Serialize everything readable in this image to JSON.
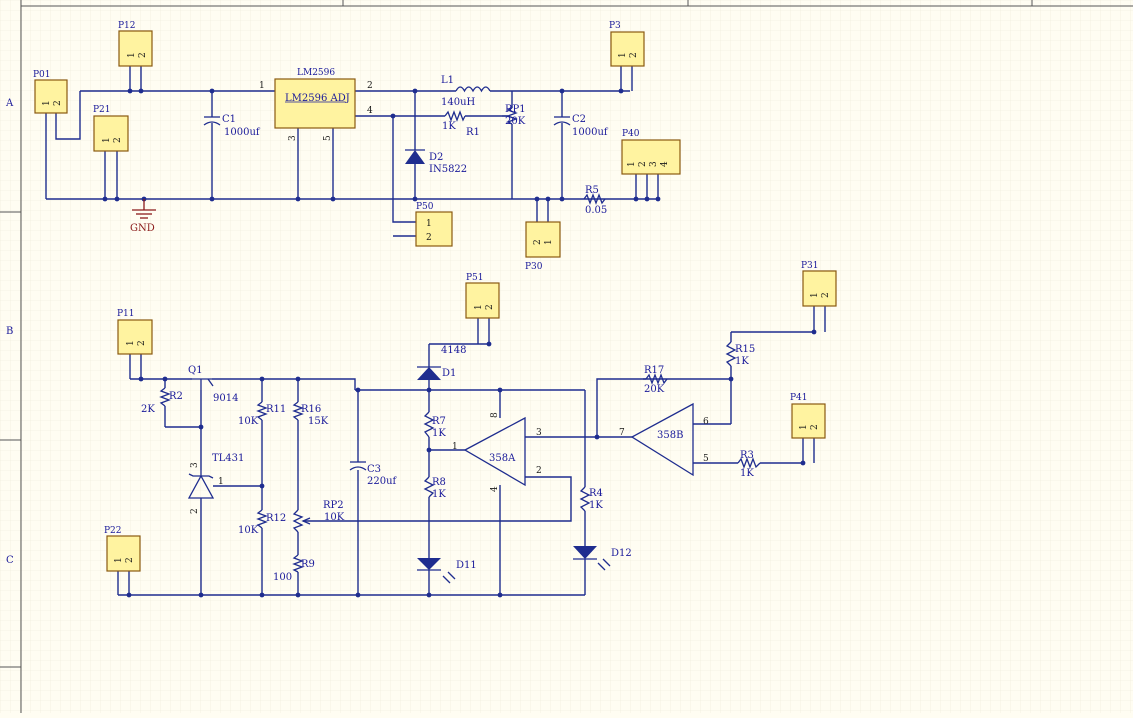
{
  "row_labels": [
    "A",
    "B",
    "C"
  ],
  "components": {
    "P01": "P01",
    "P12": "P12",
    "P21": "P21",
    "P3": "P3",
    "P40": "P40",
    "P50": "P50",
    "P30": "P30",
    "P51": "P51",
    "P31": "P31",
    "P11": "P11",
    "P41": "P41",
    "P22": "P22",
    "U1_ref": "LM2596",
    "U1_val": "LM2596  ADJ",
    "C1": "C1",
    "C1_val": "1000uf",
    "C2": "C2",
    "C2_val": "1000uf",
    "C3": "C3",
    "C3_val": "220uf",
    "L1": "L1",
    "L1_val": "140uH",
    "R1": "R1",
    "R1_val": "1K",
    "RP1": "RP1",
    "RP1_val": "20K",
    "D2": "D2",
    "D2_val": "IN5822",
    "R5": "R5",
    "R5_val": "0.05",
    "GND": "GND",
    "D1": "D1",
    "D1_val": "4148",
    "Q1": "Q1",
    "Q1_val": "9014",
    "R2": "R2",
    "R2_val": "2K",
    "R11": "R11",
    "R11_val": "10K",
    "R16": "R16",
    "R16_val": "15K",
    "R12": "R12",
    "R12_val": "10K",
    "RP2": "RP2",
    "RP2_val": "10K",
    "R9": "R9",
    "R9_val": "100",
    "R7": "R7",
    "R7_val": "1K",
    "R8": "R8",
    "R8_val": "1K",
    "R4": "R4",
    "R4_val": "1K",
    "R17": "R17",
    "R17_val": "20K",
    "R15": "R15",
    "R15_val": "1K",
    "R3": "R3",
    "R3_val": "1K",
    "TL431": "TL431",
    "U2A": "358A",
    "U2B": "358B",
    "D11": "D11",
    "D12": "D12"
  },
  "pins": {
    "p1": "1",
    "p2": "2",
    "p3": "3",
    "p4": "4",
    "p5": "5",
    "p6": "6",
    "p7": "7",
    "p8": "8"
  },
  "colors": {
    "wire": "#1f2d8f",
    "connector_fill": "#fff3a0",
    "background": "#fffdf2"
  }
}
